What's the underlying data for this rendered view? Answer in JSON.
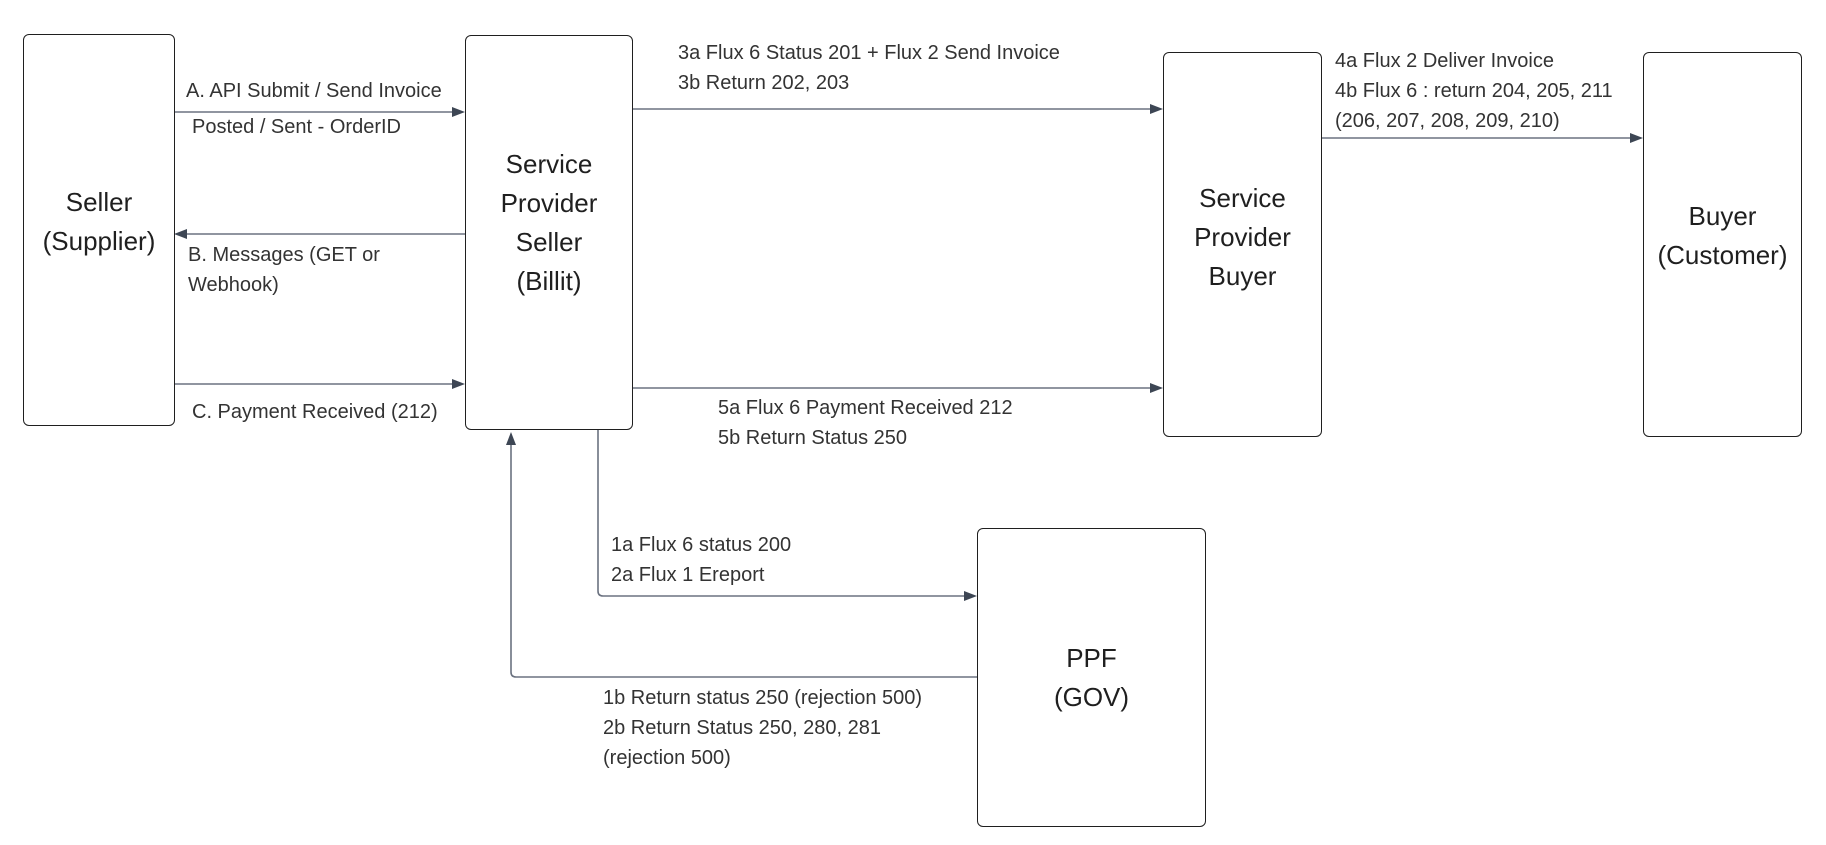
{
  "diagram": {
    "type": "e-invoicing flow",
    "colors": {
      "box_border": "#1f1f1f",
      "connector": "#6b7280",
      "arrowhead": "#3d4654",
      "text": "#333333"
    },
    "nodes": {
      "seller": {
        "lines": [
          "Seller",
          "(Supplier)"
        ]
      },
      "sp_seller": {
        "lines": [
          "Service",
          "Provider",
          "Seller",
          "(Billit)"
        ]
      },
      "sp_buyer": {
        "lines": [
          "Service",
          "Provider",
          "Buyer"
        ]
      },
      "buyer": {
        "lines": [
          "Buyer",
          "(Customer)"
        ]
      },
      "ppf": {
        "lines": [
          "PPF",
          "(GOV)"
        ]
      }
    },
    "edges": {
      "a": {
        "from": "seller",
        "to": "sp_seller",
        "lines": [
          "A. API Submit / Send Invoice"
        ],
        "below": [
          "Posted / Sent - OrderID"
        ]
      },
      "b": {
        "from": "sp_seller",
        "to": "seller",
        "lines": [
          "B. Messages (GET or",
          "Webhook)"
        ]
      },
      "c": {
        "from": "seller",
        "to": "sp_seller",
        "lines": [
          "C. Payment Received (212)"
        ]
      },
      "e3": {
        "from": "sp_seller",
        "to": "sp_buyer",
        "lines": [
          "3a Flux 6 Status 201 + Flux 2 Send Invoice",
          "3b Return 202, 203"
        ]
      },
      "e4": {
        "from": "sp_buyer",
        "to": "buyer",
        "lines": [
          "4a Flux 2 Deliver Invoice",
          "4b Flux 6 : return 204, 205, 211",
          "(206, 207, 208, 209, 210)"
        ]
      },
      "e5": {
        "from": "sp_seller",
        "to": "sp_buyer",
        "lines": [
          "5a Flux 6 Payment Received 212",
          "5b Return Status 250"
        ]
      },
      "e1a": {
        "from": "sp_seller",
        "to": "ppf",
        "lines": [
          "1a Flux 6 status 200",
          "2a Flux 1 Ereport"
        ]
      },
      "e1b": {
        "from": "ppf",
        "to": "sp_seller",
        "lines": [
          "1b Return status 250 (rejection 500)",
          "2b Return Status 250, 280, 281",
          "(rejection 500)"
        ]
      }
    }
  }
}
